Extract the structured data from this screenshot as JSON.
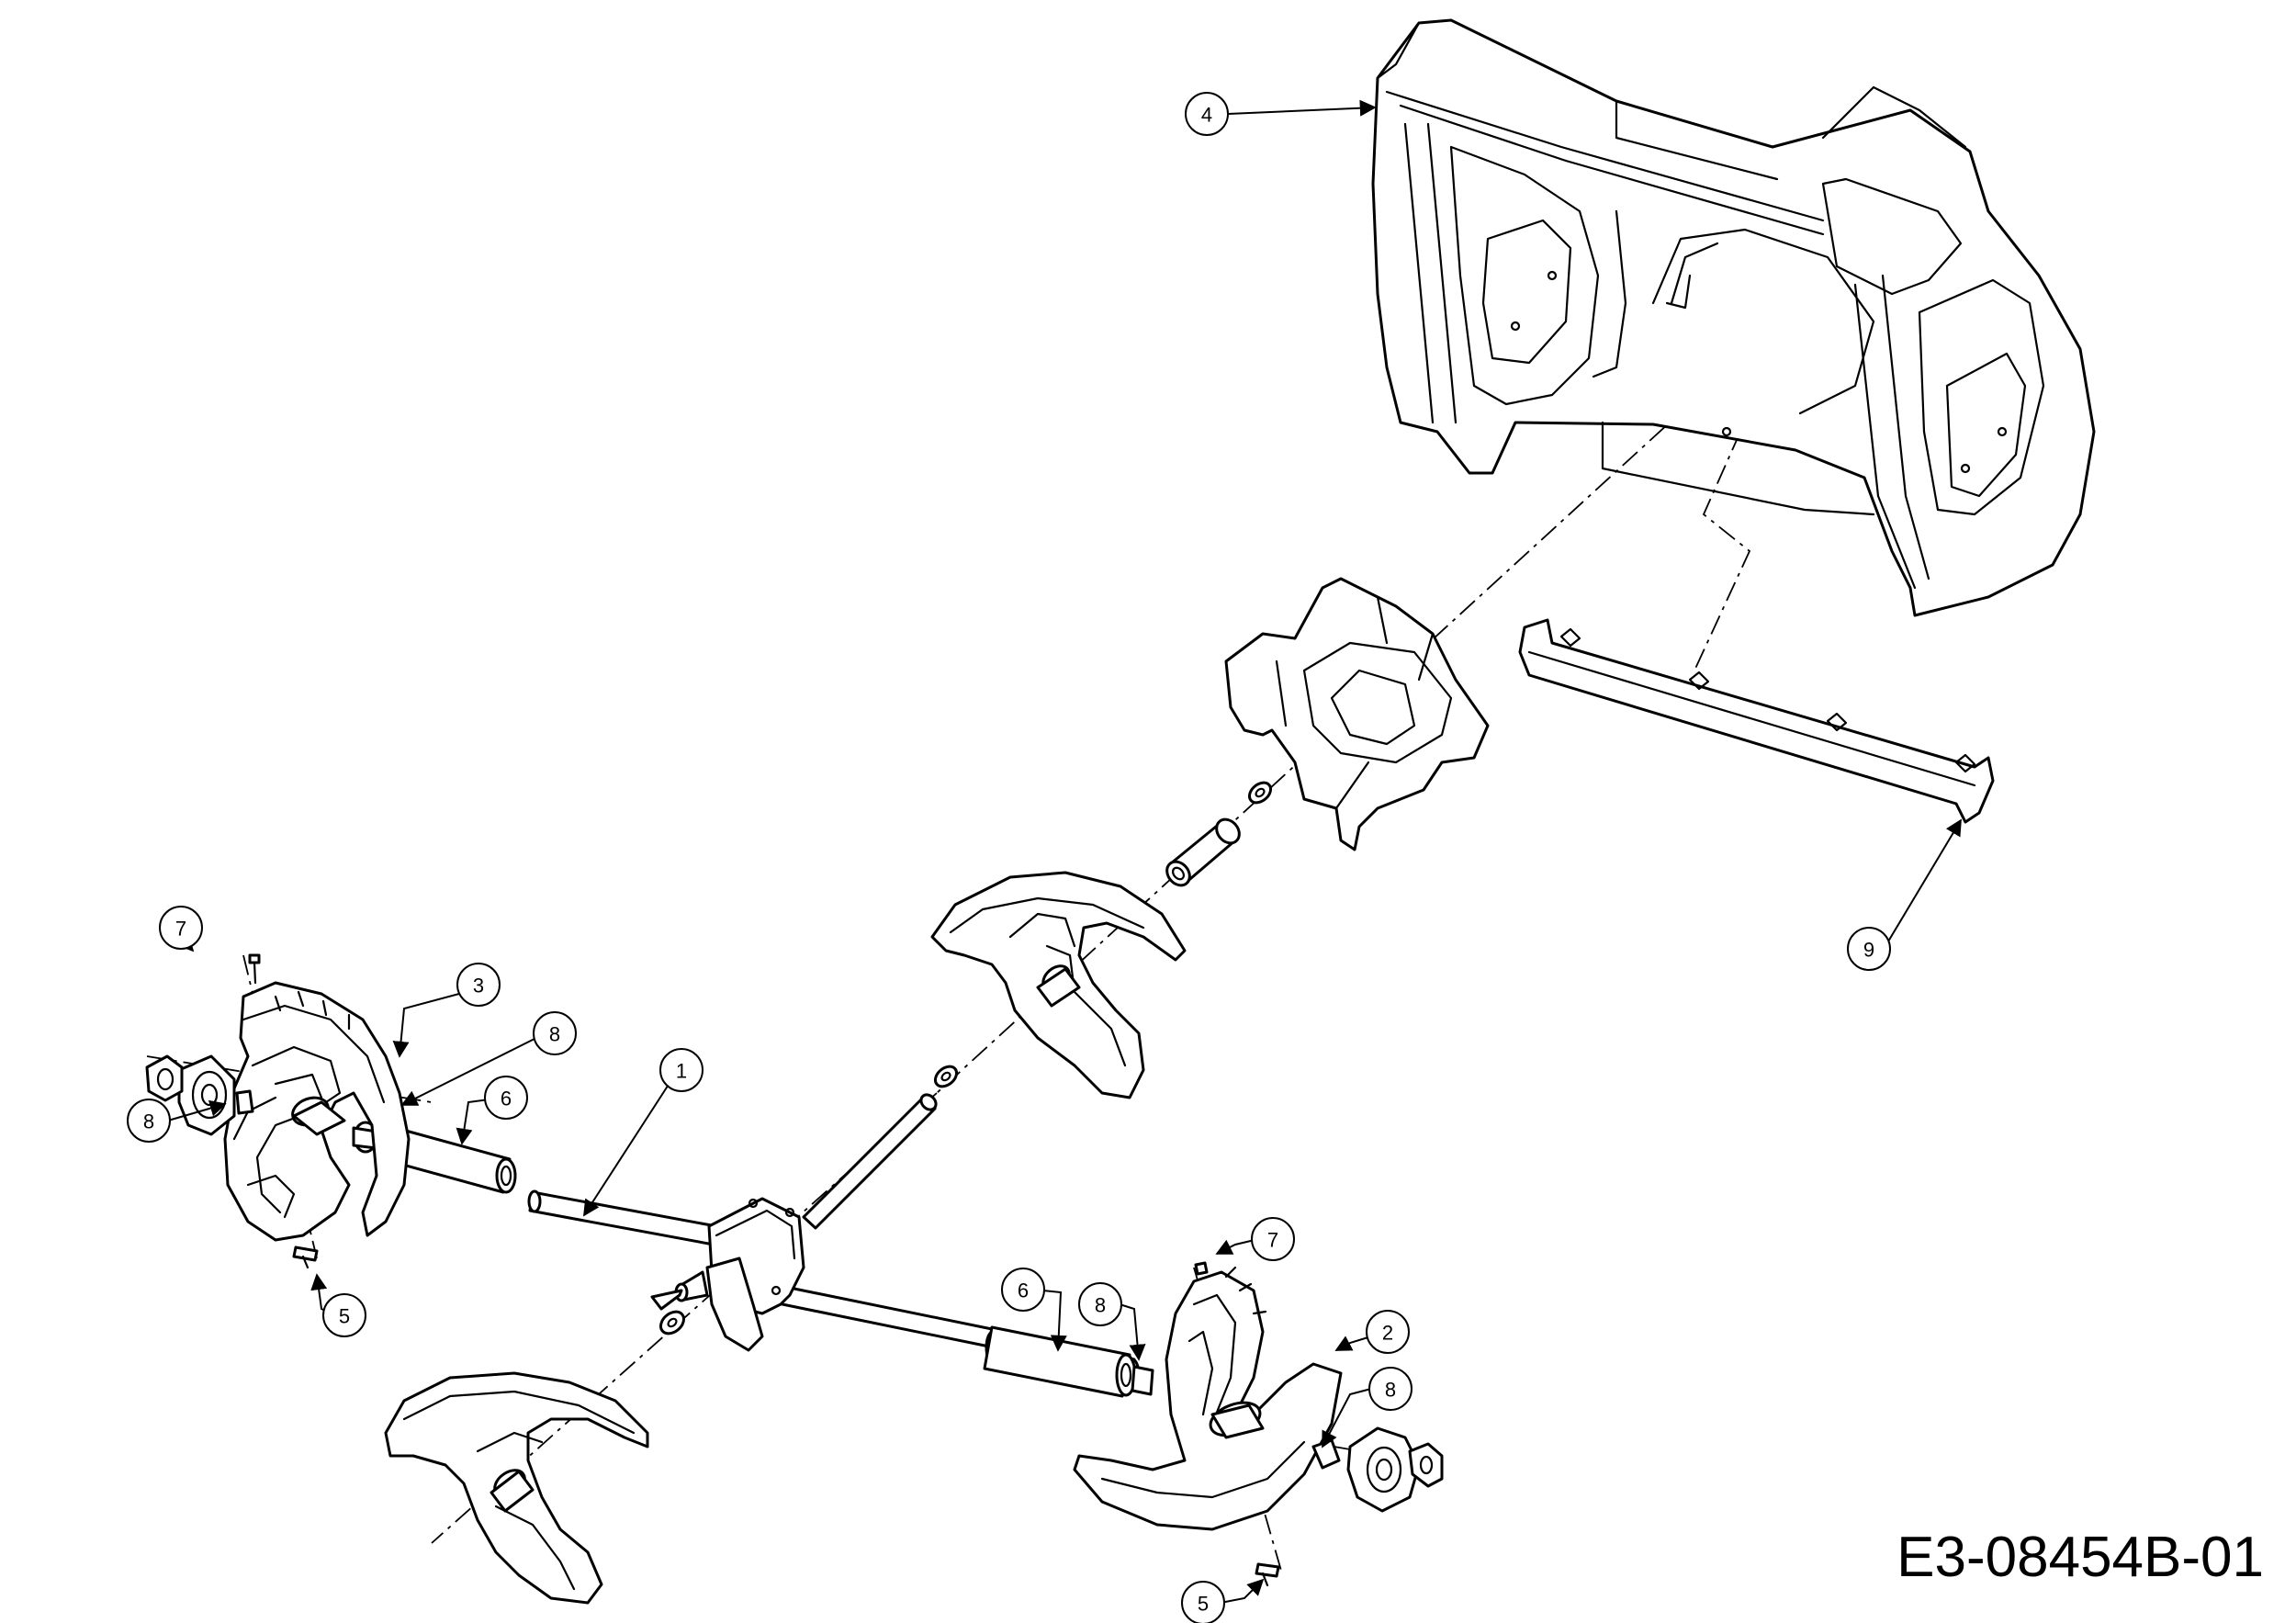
{
  "diagram": {
    "drawing_code": "E3-08454B-01",
    "callouts": [
      {
        "id": "c1",
        "label": "1"
      },
      {
        "id": "c2",
        "label": "2"
      },
      {
        "id": "c3",
        "label": "3"
      },
      {
        "id": "c4",
        "label": "4"
      },
      {
        "id": "c5a",
        "label": "5"
      },
      {
        "id": "c5b",
        "label": "5"
      },
      {
        "id": "c6a",
        "label": "6"
      },
      {
        "id": "c6b",
        "label": "6"
      },
      {
        "id": "c7a",
        "label": "7"
      },
      {
        "id": "c7b",
        "label": "7"
      },
      {
        "id": "c8a",
        "label": "8"
      },
      {
        "id": "c8b",
        "label": "8"
      },
      {
        "id": "c8c",
        "label": "8"
      },
      {
        "id": "c8d",
        "label": "8"
      },
      {
        "id": "c9",
        "label": "9"
      }
    ]
  }
}
